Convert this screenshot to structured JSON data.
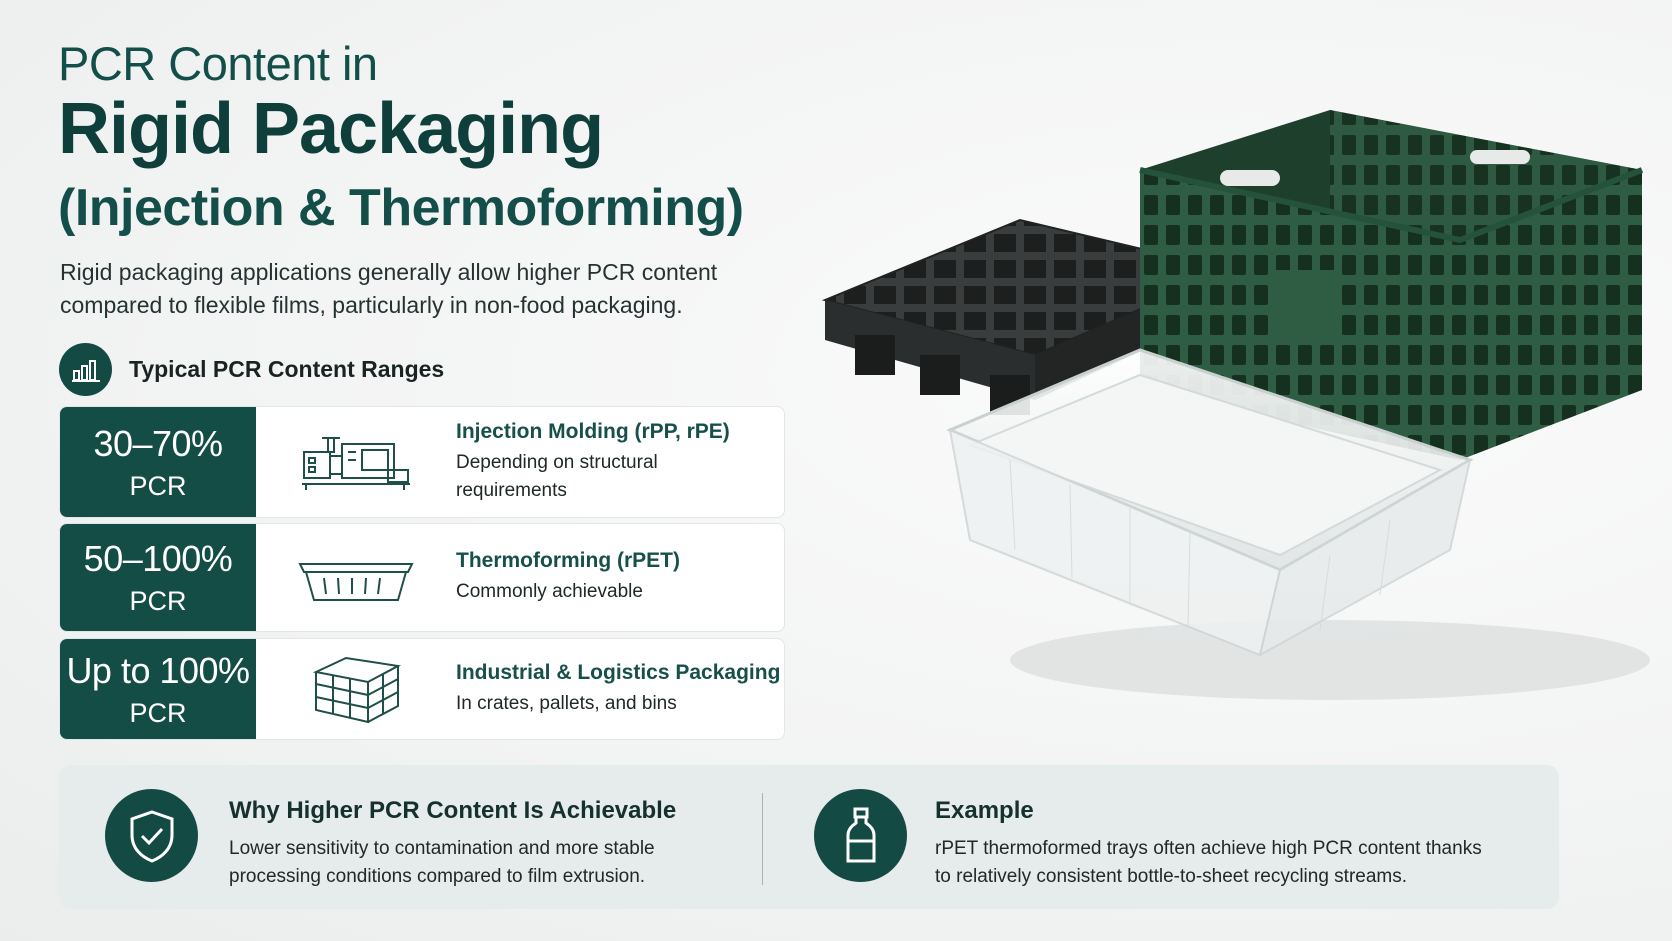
{
  "header": {
    "title_line1": "PCR Content in",
    "title_line2": "Rigid Packaging",
    "title_line3": "(Injection & Thermoforming)",
    "intro": "Rigid packaging applications generally allow higher PCR content compared to flexible films, particularly in non-food packaging."
  },
  "section": {
    "icon": "bar-chart-icon",
    "title": "Typical PCR Content Ranges"
  },
  "ranges": [
    {
      "badge": "30–70%",
      "badge_sub": "PCR",
      "icon": "injection-molding-machine-icon",
      "title": "Injection Molding (rPP, rPE)",
      "desc": "Depending on structural requirements"
    },
    {
      "badge": "50–100%",
      "badge_sub": "PCR",
      "icon": "thermoformed-tray-icon",
      "title": "Thermoforming (rPET)",
      "desc": "Commonly achievable"
    },
    {
      "badge": "Up to 100%",
      "badge_sub": "PCR",
      "icon": "crate-icon",
      "title": "Industrial & Logistics Packaging",
      "desc": "In crates, pallets, and bins"
    }
  ],
  "bottom": {
    "left": {
      "icon": "shield-check-icon",
      "title": "Why Higher PCR Content Is Achievable",
      "desc": "Lower sensitivity to contamination and more stable processing conditions compared to film extrusion."
    },
    "right": {
      "icon": "bottle-icon",
      "title": "Example",
      "desc": "rPET thermoformed trays often achieve high PCR content thanks to relatively consistent bottle-to-sheet recycling streams."
    }
  },
  "colors": {
    "primary": "#144c46",
    "accent_text": "#17504a",
    "crate": "#2f5d43",
    "pallet": "#2b2e2e"
  }
}
